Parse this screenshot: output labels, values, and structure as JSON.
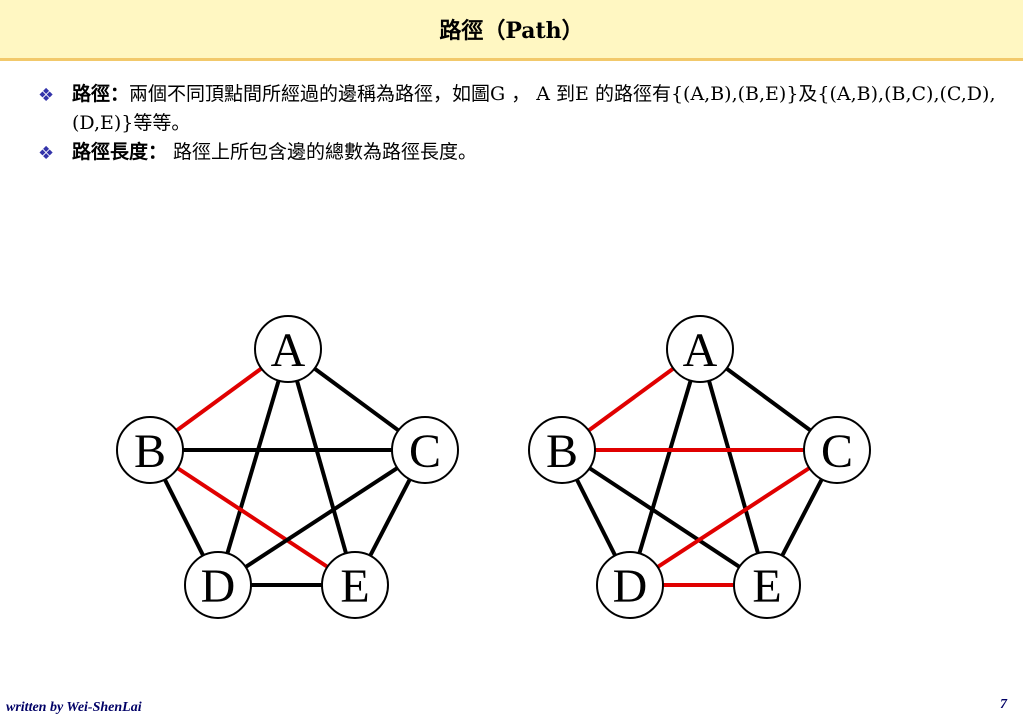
{
  "slide": {
    "title": "路徑（Path）",
    "bullets": [
      {
        "icon": "diamond-cluster-icon",
        "term": "路徑：",
        "text": "兩個不同頂點間所經過的邊稱為路徑，如圖G ， A 到E 的路徑有{(A,B),(B,E)}及{(A,B),(B,C),(C,D),(D,E)}等等。"
      },
      {
        "icon": "diamond-cluster-icon",
        "term": "路徑長度：",
        "text": " 路徑上所包含邊的總數為路徑長度。"
      }
    ],
    "footer": {
      "author": "written by Wei-ShenLai",
      "page": "7"
    }
  },
  "colors": {
    "path": "#e00000",
    "edge": "#000000",
    "node_fill": "#ffffff",
    "header_bg": "#fff7c2",
    "header_border": "#f2c96b",
    "bullet": "#3333aa",
    "footer": "#000066"
  },
  "graphs": [
    {
      "nodes": [
        "A",
        "B",
        "C",
        "D",
        "E"
      ],
      "edges": [
        {
          "from": "A",
          "to": "B",
          "highlight": true
        },
        {
          "from": "A",
          "to": "C",
          "highlight": false
        },
        {
          "from": "A",
          "to": "D",
          "highlight": false
        },
        {
          "from": "A",
          "to": "E",
          "highlight": false
        },
        {
          "from": "B",
          "to": "C",
          "highlight": false
        },
        {
          "from": "B",
          "to": "D",
          "highlight": false
        },
        {
          "from": "B",
          "to": "E",
          "highlight": true
        },
        {
          "from": "C",
          "to": "D",
          "highlight": false
        },
        {
          "from": "C",
          "to": "E",
          "highlight": false
        },
        {
          "from": "D",
          "to": "E",
          "highlight": false
        }
      ]
    },
    {
      "nodes": [
        "A",
        "B",
        "C",
        "D",
        "E"
      ],
      "edges": [
        {
          "from": "A",
          "to": "B",
          "highlight": true
        },
        {
          "from": "A",
          "to": "C",
          "highlight": false
        },
        {
          "from": "A",
          "to": "D",
          "highlight": false
        },
        {
          "from": "A",
          "to": "E",
          "highlight": false
        },
        {
          "from": "B",
          "to": "C",
          "highlight": true
        },
        {
          "from": "B",
          "to": "D",
          "highlight": false
        },
        {
          "from": "B",
          "to": "E",
          "highlight": false
        },
        {
          "from": "C",
          "to": "D",
          "highlight": true
        },
        {
          "from": "C",
          "to": "E",
          "highlight": false
        },
        {
          "from": "D",
          "to": "E",
          "highlight": true
        }
      ]
    }
  ]
}
